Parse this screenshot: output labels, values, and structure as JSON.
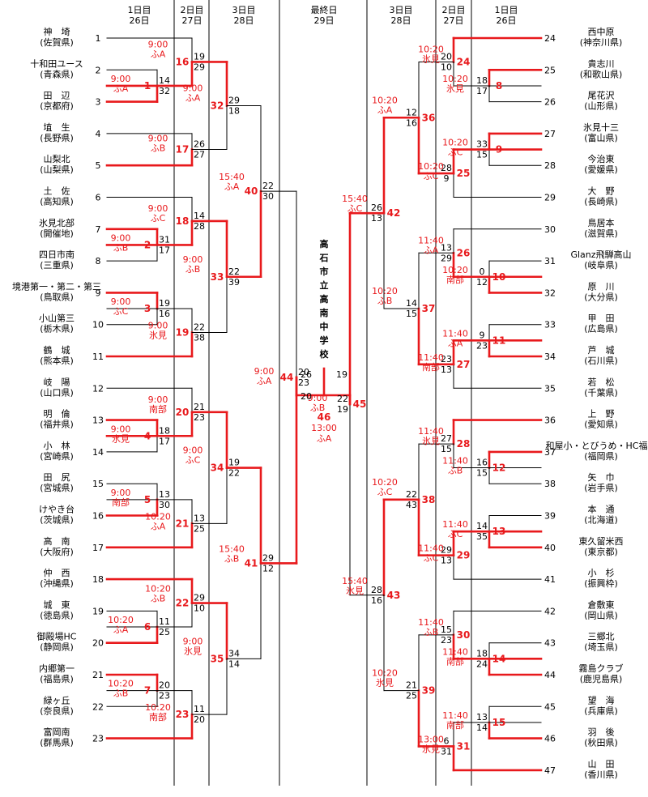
{
  "columns": {
    "left": [
      {
        "day": "1日目",
        "date": "26日"
      },
      {
        "day": "2日目",
        "date": "27日"
      },
      {
        "day": "3日目",
        "date": "28日"
      }
    ],
    "final": {
      "day": "最終日",
      "date": "29日"
    },
    "right": [
      {
        "day": "3日目",
        "date": "28日"
      },
      {
        "day": "2日目",
        "date": "27日"
      },
      {
        "day": "1日目",
        "date": "26日"
      }
    ]
  },
  "champion": "高石市立高南中学校",
  "teams_left": [
    {
      "seed": "1",
      "name": "神　埼",
      "pref": "(佐賀県)"
    },
    {
      "seed": "2",
      "name": "十和田ユース",
      "pref": "(青森県)"
    },
    {
      "seed": "3",
      "name": "田　辺",
      "pref": "(京都府)"
    },
    {
      "seed": "4",
      "name": "埴　生",
      "pref": "(長野県)"
    },
    {
      "seed": "5",
      "name": "山梨北",
      "pref": "(山梨県)"
    },
    {
      "seed": "6",
      "name": "土　佐",
      "pref": "(高知県)"
    },
    {
      "seed": "7",
      "name": "氷見北部",
      "pref": "(開催地)"
    },
    {
      "seed": "8",
      "name": "四日市南",
      "pref": "(三重県)"
    },
    {
      "seed": "9",
      "name": "境港第一・第二・第三",
      "pref": "(鳥取県)"
    },
    {
      "seed": "10",
      "name": "小山第三",
      "pref": "(栃木県)"
    },
    {
      "seed": "11",
      "name": "鶴　城",
      "pref": "(熊本県)"
    },
    {
      "seed": "12",
      "name": "岐　陽",
      "pref": "(山口県)"
    },
    {
      "seed": "13",
      "name": "明　倫",
      "pref": "(福井県)"
    },
    {
      "seed": "14",
      "name": "小　林",
      "pref": "(宮崎県)"
    },
    {
      "seed": "15",
      "name": "田　尻",
      "pref": "(宮城県)"
    },
    {
      "seed": "16",
      "name": "けやき台",
      "pref": "(茨城県)"
    },
    {
      "seed": "17",
      "name": "高　南",
      "pref": "(大阪府)"
    },
    {
      "seed": "18",
      "name": "仲　西",
      "pref": "(沖縄県)"
    },
    {
      "seed": "19",
      "name": "城　東",
      "pref": "(徳島県)"
    },
    {
      "seed": "20",
      "name": "御殿場HC",
      "pref": "(静岡県)"
    },
    {
      "seed": "21",
      "name": "内郷第一",
      "pref": "(福島県)"
    },
    {
      "seed": "22",
      "name": "緑ヶ丘",
      "pref": "(奈良県)"
    },
    {
      "seed": "23",
      "name": "富岡南",
      "pref": "(群馬県)"
    }
  ],
  "teams_right": [
    {
      "seed": "24",
      "name": "西中原",
      "pref": "(神奈川県)"
    },
    {
      "seed": "25",
      "name": "貴志川",
      "pref": "(和歌山県)"
    },
    {
      "seed": "26",
      "name": "尾花沢",
      "pref": "(山形県)"
    },
    {
      "seed": "27",
      "name": "氷見十三",
      "pref": "(富山県)"
    },
    {
      "seed": "28",
      "name": "今治東",
      "pref": "(愛媛県)"
    },
    {
      "seed": "29",
      "name": "大　野",
      "pref": "(長崎県)"
    },
    {
      "seed": "30",
      "name": "鳥居本",
      "pref": "(滋賀県)"
    },
    {
      "seed": "31",
      "name": "Glanz飛騨高山",
      "pref": "(岐阜県)"
    },
    {
      "seed": "32",
      "name": "原　川",
      "pref": "(大分県)"
    },
    {
      "seed": "33",
      "name": "甲　田",
      "pref": "(広島県)"
    },
    {
      "seed": "34",
      "name": "芦　城",
      "pref": "(石川県)"
    },
    {
      "seed": "35",
      "name": "若　松",
      "pref": "(千葉県)"
    },
    {
      "seed": "36",
      "name": "上　野",
      "pref": "(愛知県)"
    },
    {
      "seed": "37",
      "name": "和屋小・とびうめ・HC福岡",
      "pref": "(福岡県)"
    },
    {
      "seed": "38",
      "name": "矢　巾",
      "pref": "(岩手県)"
    },
    {
      "seed": "39",
      "name": "本　通",
      "pref": "(北海道)"
    },
    {
      "seed": "40",
      "name": "東久留米西",
      "pref": "(東京都)"
    },
    {
      "seed": "41",
      "name": "小　杉",
      "pref": "(振興枠)"
    },
    {
      "seed": "42",
      "name": "倉敷東",
      "pref": "(岡山県)"
    },
    {
      "seed": "43",
      "name": "三郷北",
      "pref": "(埼玉県)"
    },
    {
      "seed": "44",
      "name": "霧島クラブ",
      "pref": "(鹿児島県)"
    },
    {
      "seed": "45",
      "name": "望　海",
      "pref": "(兵庫県)"
    },
    {
      "seed": "46",
      "name": "羽　後",
      "pref": "(秋田県)"
    },
    {
      "seed": "47",
      "name": "山　田",
      "pref": "(香川県)"
    }
  ],
  "matches": [
    {
      "num": "1",
      "time": "9:00",
      "venue": "ふA",
      "scores": [
        "14",
        "32"
      ]
    },
    {
      "num": "2",
      "time": "9:00",
      "venue": "ふB",
      "scores": [
        "31",
        "17"
      ]
    },
    {
      "num": "3",
      "time": "9:00",
      "venue": "ふC",
      "scores": [
        "19",
        "16"
      ]
    },
    {
      "num": "4",
      "time": "9:00",
      "venue": "氷見",
      "scores": [
        "18",
        "17"
      ]
    },
    {
      "num": "5",
      "time": "9:00",
      "venue": "南部",
      "scores": [
        "13",
        "30"
      ]
    },
    {
      "num": "6",
      "time": "10:20",
      "venue": "ふA",
      "scores": [
        "11",
        "25"
      ]
    },
    {
      "num": "7",
      "time": "10:20",
      "venue": "ふB",
      "scores": [
        "20",
        "23"
      ]
    },
    {
      "num": "8",
      "time": "10:20",
      "venue": "氷見",
      "scores": [
        "18",
        "17"
      ]
    },
    {
      "num": "9",
      "time": "10:20",
      "venue": "ふC",
      "scores": [
        "33",
        "15"
      ]
    },
    {
      "num": "10",
      "time": "10:20",
      "venue": "南部",
      "scores": [
        "0",
        "12"
      ]
    },
    {
      "num": "11",
      "time": "11:40",
      "venue": "ふA",
      "scores": [
        "9",
        "23"
      ]
    },
    {
      "num": "12",
      "time": "11:40",
      "venue": "ふB",
      "scores": [
        "16",
        "15"
      ]
    },
    {
      "num": "13",
      "time": "11:40",
      "venue": "ふC",
      "scores": [
        "14",
        "35"
      ]
    },
    {
      "num": "14",
      "time": "11:40",
      "venue": "南部",
      "scores": [
        "18",
        "24"
      ]
    },
    {
      "num": "15",
      "time": "11:40",
      "venue": "南部",
      "scores": [
        "13",
        "14"
      ]
    },
    {
      "num": "16",
      "time": "9:00",
      "venue": "ふA",
      "scores": [
        "19",
        "29"
      ]
    },
    {
      "num": "17",
      "time": "9:00",
      "venue": "ふB",
      "scores": [
        "26",
        "27"
      ]
    },
    {
      "num": "18",
      "time": "9:00",
      "venue": "ふC",
      "scores": [
        "14",
        "28"
      ]
    },
    {
      "num": "19",
      "time": "9:00",
      "venue": "氷見",
      "scores": [
        "22",
        "38"
      ]
    },
    {
      "num": "20",
      "time": "9:00",
      "venue": "南部",
      "scores": [
        "21",
        "23"
      ]
    },
    {
      "num": "21",
      "time": "10:20",
      "venue": "ふA",
      "scores": [
        "13",
        "25"
      ]
    },
    {
      "num": "22",
      "time": "10:20",
      "venue": "ふB",
      "scores": [
        "29",
        "10"
      ]
    },
    {
      "num": "23",
      "time": "10:20",
      "venue": "南部",
      "scores": [
        "11",
        "20"
      ]
    },
    {
      "num": "24",
      "time": "10:20",
      "venue": "氷見",
      "scores": [
        "20",
        "10"
      ]
    },
    {
      "num": "25",
      "time": "10:20",
      "venue": "ふC",
      "scores": [
        "28",
        "9"
      ]
    },
    {
      "num": "26",
      "time": "11:40",
      "venue": "ふA",
      "scores": [
        "13",
        "29"
      ]
    },
    {
      "num": "27",
      "time": "11:40",
      "venue": "南部",
      "scores": [
        "23",
        "13"
      ]
    },
    {
      "num": "28",
      "time": "11:40",
      "venue": "氷見",
      "scores": [
        "27",
        "15"
      ]
    },
    {
      "num": "29",
      "time": "11:40",
      "venue": "ふC",
      "scores": [
        "29",
        "13"
      ]
    },
    {
      "num": "30",
      "time": "11:40",
      "venue": "ふB",
      "scores": [
        "15",
        "23"
      ]
    },
    {
      "num": "31",
      "time": "13:00",
      "venue": "氷見",
      "scores": [
        "6",
        "31"
      ]
    },
    {
      "num": "32",
      "time": "9:00",
      "venue": "ふA",
      "scores": [
        "29",
        "18"
      ]
    },
    {
      "num": "33",
      "time": "9:00",
      "venue": "ふB",
      "scores": [
        "22",
        "39"
      ]
    },
    {
      "num": "34",
      "time": "9:00",
      "venue": "ふC",
      "scores": [
        "19",
        "22"
      ]
    },
    {
      "num": "35",
      "time": "9:00",
      "venue": "氷見",
      "scores": [
        "34",
        "14"
      ]
    },
    {
      "num": "36",
      "time": "10:20",
      "venue": "ふA",
      "scores": [
        "12",
        "16"
      ]
    },
    {
      "num": "37",
      "time": "10:20",
      "venue": "ふB",
      "scores": [
        "14",
        "15"
      ]
    },
    {
      "num": "38",
      "time": "10:20",
      "venue": "ふC",
      "scores": [
        "22",
        "43"
      ]
    },
    {
      "num": "39",
      "time": "10:20",
      "venue": "氷見",
      "scores": [
        "21",
        "25"
      ]
    },
    {
      "num": "40",
      "time": "15:40",
      "venue": "ふA",
      "scores": [
        "22",
        "30"
      ]
    },
    {
      "num": "41",
      "time": "15:40",
      "venue": "ふB",
      "scores": [
        "29",
        "12"
      ]
    },
    {
      "num": "42",
      "time": "15:40",
      "venue": "ふC",
      "scores": [
        "26",
        "13"
      ]
    },
    {
      "num": "43",
      "time": "15:40",
      "venue": "氷見",
      "scores": [
        "28",
        "16"
      ]
    },
    {
      "num": "44",
      "time": "9:00",
      "venue": "ふA",
      "scores": [
        "20",
        "23"
      ]
    },
    {
      "num": "45",
      "time": "9:00",
      "venue": "ふB",
      "scores": [
        "22",
        "19"
      ]
    },
    {
      "num": "46",
      "time": "13:00",
      "venue": "ふA",
      "scores": [
        "26",
        "20"
      ]
    }
  ],
  "colors": {
    "winner": "#e8191c",
    "line": "#000000"
  }
}
